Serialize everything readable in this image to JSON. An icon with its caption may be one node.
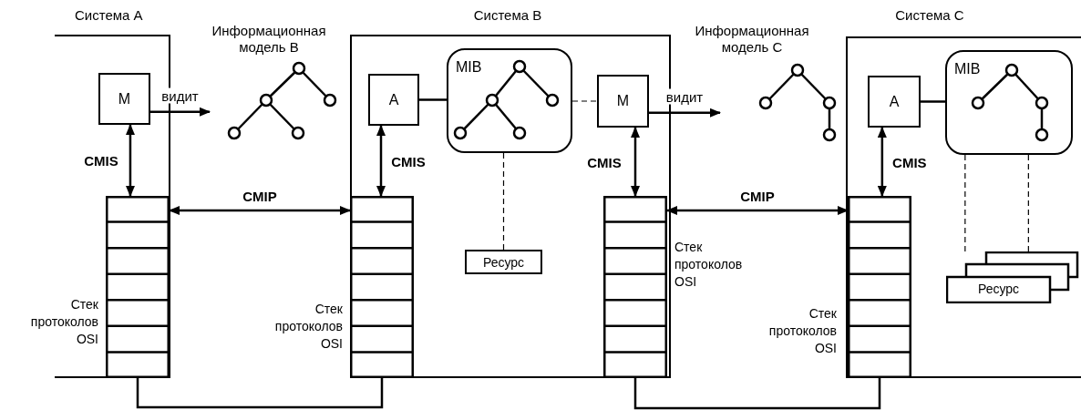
{
  "diagram": {
    "nodes": [
      {
        "text": [
          "Система A"
        ]
      },
      {
        "text": [
          "M"
        ],
        "in": 0
      },
      {
        "text": [],
        "shape": "box",
        "beside": [
          "Стек протоколов OSI"
        ],
        "in": 0
      },
      {
        "text": [
          "Информационная модель B"
        ]
      },
      {
        "text": [
          "Система B"
        ]
      },
      {
        "text": [
          "A"
        ],
        "in": 4
      },
      {
        "text": [
          "MIB"
        ],
        "in": 4
      },
      {
        "text": [
          "Ресурс"
        ],
        "in": 4
      },
      {
        "text": [
          "M"
        ],
        "in": 4
      },
      {
        "text": [],
        "shape": "box",
        "beside": [
          "Стек протоколов OSI"
        ],
        "in": 4
      },
      {
        "text": [],
        "shape": "box",
        "beside": [
          "Стек протоколов OSI"
        ],
        "in": 4
      },
      {
        "text": [
          "Информационная модель C"
        ]
      },
      {
        "text": [
          "Система C"
        ]
      },
      {
        "text": [
          "A"
        ],
        "in": 12
      },
      {
        "text": [
          "MIB"
        ],
        "in": 12
      },
      {
        "text": [
          "Ресурс"
        ],
        "in": 12
      },
      {
        "text": [],
        "shape": "box",
        "beside": [
          "Стек протоколов OSI"
        ],
        "in": 12
      }
    ],
    "edges": [
      {
        "from": 1,
        "to": 3,
        "arrow": "to",
        "label": "видит"
      },
      {
        "from": 1,
        "to": 2,
        "arrow": "both",
        "label": "CMIS"
      },
      {
        "from": 2,
        "to": 9,
        "arrow": "both",
        "label": "CMIP"
      },
      {
        "from": 5,
        "to": 9,
        "arrow": "both",
        "label": "CMIS"
      },
      {
        "from": 5,
        "to": 6,
        "arrow": "none"
      },
      {
        "from": 6,
        "to": 7,
        "arrow": "none",
        "style": "dashed"
      },
      {
        "from": 6,
        "to": 8,
        "arrow": "none",
        "style": "dashed"
      },
      {
        "from": 8,
        "to": 11,
        "arrow": "to",
        "label": "видит"
      },
      {
        "from": 8,
        "to": 10,
        "arrow": "both",
        "label": "CMIS"
      },
      {
        "from": 10,
        "to": 16,
        "arrow": "both",
        "label": "CMIP"
      },
      {
        "from": 13,
        "to": 16,
        "arrow": "both",
        "label": "CMIS"
      },
      {
        "from": 13,
        "to": 14,
        "arrow": "none"
      },
      {
        "from": 14,
        "to": 15,
        "arrow": "none",
        "style": "dashed"
      },
      {
        "from": 14,
        "to": 15,
        "arrow": "none",
        "style": "dashed"
      },
      {
        "from": 2,
        "to": 9,
        "arrow": "none"
      },
      {
        "from": 10,
        "to": 16,
        "arrow": "none"
      }
    ]
  }
}
